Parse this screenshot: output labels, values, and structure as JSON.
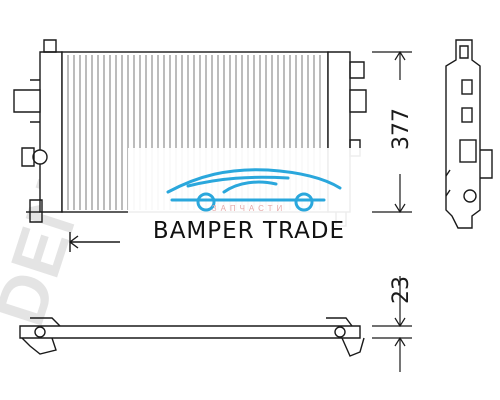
{
  "watermark": {
    "text": "DENSO"
  },
  "dimensions": {
    "height": "377",
    "thickness": "23"
  },
  "logo": {
    "brand": "BAMPER TRADE",
    "sub": "ЗАПЧАСТИ",
    "accent": "#2aa7dc"
  },
  "colors": {
    "line": "#1a1a1a",
    "core": "#7a7a7a",
    "watermark": "#e4e4e4"
  }
}
